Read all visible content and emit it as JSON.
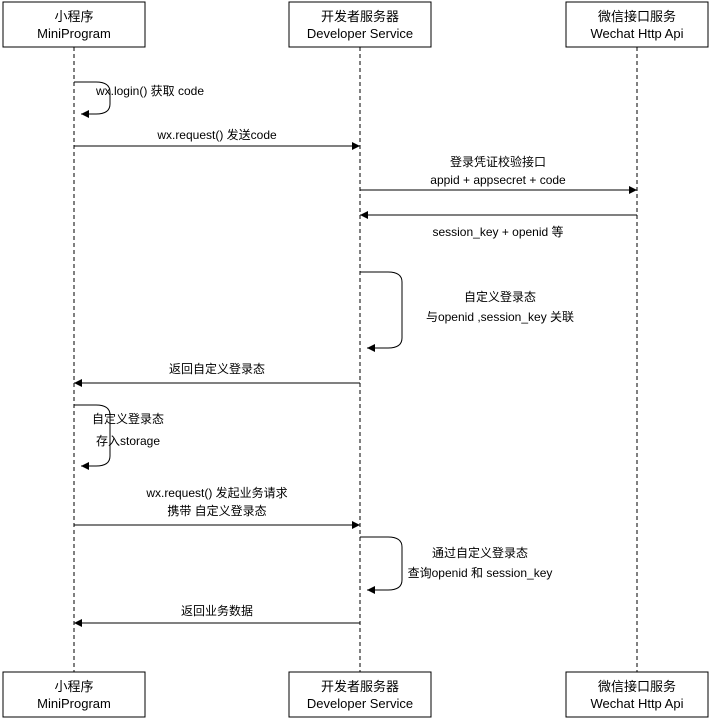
{
  "diagram": {
    "type": "uml-sequence-diagram",
    "background_color": "#ffffff",
    "line_color": "#000000",
    "box_fill_color": "#ffffff",
    "participants": [
      {
        "id": "miniprogram",
        "line1": "小程序",
        "line2": "MiniProgram"
      },
      {
        "id": "developer-service",
        "line1": "开发者服务器",
        "line2": "Developer Service"
      },
      {
        "id": "wechat-api",
        "line1": "微信接口服务",
        "line2": "Wechat Http Api"
      }
    ],
    "messages": [
      {
        "kind": "self",
        "participant": "miniprogram",
        "lines": [
          "wx.login() 获取 code"
        ]
      },
      {
        "kind": "arrow",
        "from": "miniprogram",
        "to": "developer-service",
        "lines": [
          "wx.request() 发送code"
        ]
      },
      {
        "kind": "arrow",
        "from": "developer-service",
        "to": "wechat-api",
        "lines": [
          "登录凭证校验接口",
          "appid + appsecret + code"
        ]
      },
      {
        "kind": "arrow",
        "from": "wechat-api",
        "to": "developer-service",
        "lines": [
          "session_key + openid 等"
        ]
      },
      {
        "kind": "self",
        "participant": "developer-service",
        "lines": [
          "自定义登录态",
          "与openid ,session_key 关联"
        ]
      },
      {
        "kind": "arrow",
        "from": "developer-service",
        "to": "miniprogram",
        "lines": [
          "返回自定义登录态"
        ]
      },
      {
        "kind": "self",
        "participant": "miniprogram",
        "lines": [
          "自定义登录态",
          "存入storage"
        ]
      },
      {
        "kind": "arrow",
        "from": "miniprogram",
        "to": "developer-service",
        "lines": [
          "wx.request() 发起业务请求",
          "携带 自定义登录态"
        ]
      },
      {
        "kind": "self",
        "participant": "developer-service",
        "lines": [
          "通过自定义登录态",
          "查询openid 和 session_key"
        ]
      },
      {
        "kind": "arrow",
        "from": "developer-service",
        "to": "miniprogram",
        "lines": [
          "返回业务数据"
        ]
      }
    ]
  }
}
